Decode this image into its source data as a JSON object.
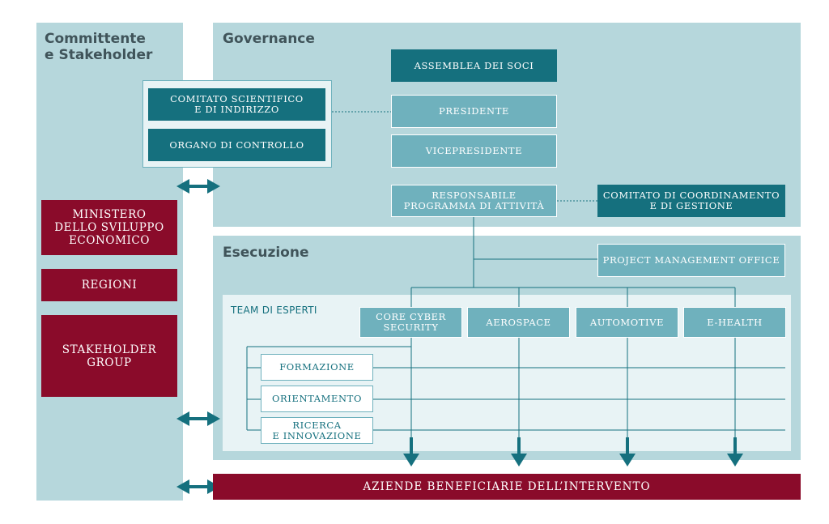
{
  "panels": {
    "committente_title": "Committente\ne Stakeholder",
    "governance_title": "Governance",
    "esecuzione_title": "Esecuzione",
    "team_label": "TEAM DI ESPERTI"
  },
  "boxes": {
    "assemblea": "ASSEMBLEA DEI SOCI",
    "comitato_scientifico": "COMITATO SCIENTIFICO\nE DI INDIRIZZO",
    "organo": "ORGANO DI CONTROLLO",
    "presidente": "PRESIDENTE",
    "vicepresidente": "VICEPRESIDENTE",
    "responsabile": "RESPONSABILE\nPROGRAMMA DI ATTIVITÀ",
    "comitato_coordinamento": "COMITATO DI COORDINAMENTO\nE DI GESTIONE",
    "pmo": "PROJECT MANAGEMENT OFFICE",
    "core_cyber": "CORE CYBER\nSECURITY",
    "aerospace": "AEROSPACE",
    "automotive": "AUTOMOTIVE",
    "ehealth": "E-HEALTH",
    "formazione": "FORMAZIONE",
    "orientamento": "ORIENTAMENTO",
    "ricerca": "RICERCA\nE INNOVAZIONE",
    "ministero": "MINISTERO\nDELLO SVILUPPO\nECONOMICO",
    "regioni": "REGIONI",
    "stakeholder_group": "STAKEHOLDER\nGROUP",
    "aziende": "AZIENDE BENEFICIARIE DELL’INTERVENTO"
  },
  "colors": {
    "panel": "#b6d7dc",
    "team_bg": "#e8f3f5",
    "dark_teal": "#15707e",
    "mid_teal": "#6fb1bd",
    "burgundy": "#8a0b2a"
  }
}
